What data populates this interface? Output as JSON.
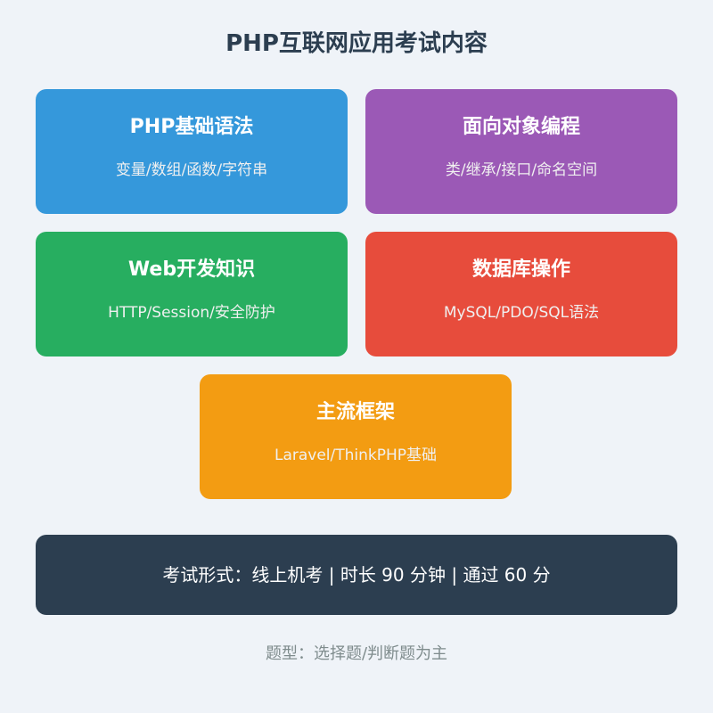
{
  "title": "PHP互联网应用考试内容",
  "cards": [
    {
      "title": "PHP基础语法",
      "subtitle": "变量/数组/函数/字符串",
      "color": "#3598db"
    },
    {
      "title": "面向对象编程",
      "subtitle": "类/继承/接口/命名空间",
      "color": "#9b59b6"
    },
    {
      "title": "Web开发知识",
      "subtitle": "HTTP/Session/安全防护",
      "color": "#27ae60"
    },
    {
      "title": "数据库操作",
      "subtitle": "MySQL/PDO/SQL语法",
      "color": "#e74c3c"
    },
    {
      "title": "主流框架",
      "subtitle": "Laravel/ThinkPHP基础",
      "color": "#f39c12"
    }
  ],
  "footer": {
    "text": "考试形式：线上机考 | 时长 90 分钟 | 通过 60 分",
    "color": "#2c3e50"
  },
  "note": "题型：选择题/判断题为主"
}
